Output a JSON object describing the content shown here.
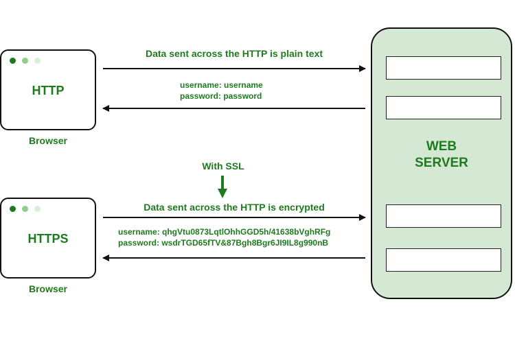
{
  "http_section": {
    "browser_label": "HTTP",
    "browser_caption": "Browser",
    "request_text": "Data sent across the HTTP is plain text",
    "credentials": {
      "username_line": "username: username",
      "password_line": "password: password"
    }
  },
  "ssl_label": "With SSL",
  "https_section": {
    "browser_label": "HTTPS",
    "browser_caption": "Browser",
    "request_text": "Data sent across the HTTP is encrypted",
    "credentials": {
      "username_line": "username: qhgVtu0873LqtlOhhGGD5h/41638bVghRFg",
      "password_line": "password: wsdrTGD65fTV&87Bgh8Bgr6JI9IL8g990nB"
    }
  },
  "server": {
    "title_line1": "WEB",
    "title_line2": "SERVER"
  },
  "colors": {
    "text_green": "#1e7a1e",
    "server_fill": "#d5e8d4",
    "dot_dark": "#1e7a1e",
    "dot_mid": "#8fd08f",
    "dot_light": "#d9efd9"
  }
}
